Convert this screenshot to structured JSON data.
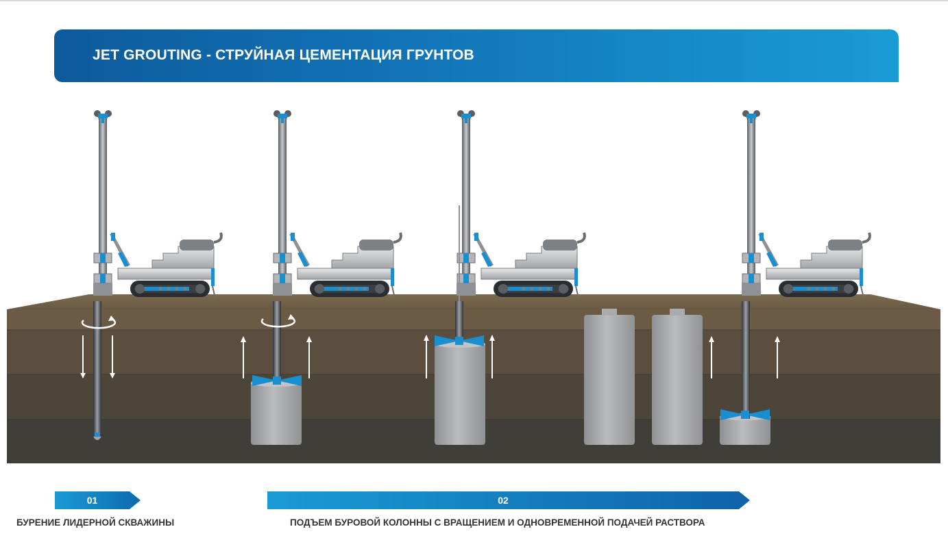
{
  "header": {
    "title": "JET GROUTING - СТРУЙНАЯ ЦЕМЕНТАЦИЯ ГРУНТОВ"
  },
  "steps": [
    {
      "number": "01",
      "caption": "БУРЕНИЕ ЛИДЕРНОЙ СКВАЖИНЫ"
    },
    {
      "number": "02",
      "caption": "ПОДЪЕМ БУРОВОЙ КОЛОННЫ С ВРАЩЕНИЕМ И ОДНОВРЕМЕННОЙ ПОДАЧЕЙ РАСТВОРА"
    }
  ],
  "colors": {
    "brand_blue": "#0d5a9c",
    "accent_blue": "#1a9bd5",
    "soil_top": "#6e5d46",
    "soil_mid": "#5a4d3d",
    "soil_low": "#4a4437",
    "soil_bottom": "#3f3d37",
    "column_gray": "#a9abad"
  },
  "icons": [
    "drilling-rig-icon",
    "rotation-arrow-icon",
    "up-arrow-icon",
    "down-arrow-icon",
    "jet-nozzle-icon",
    "soilcrete-column-icon"
  ]
}
